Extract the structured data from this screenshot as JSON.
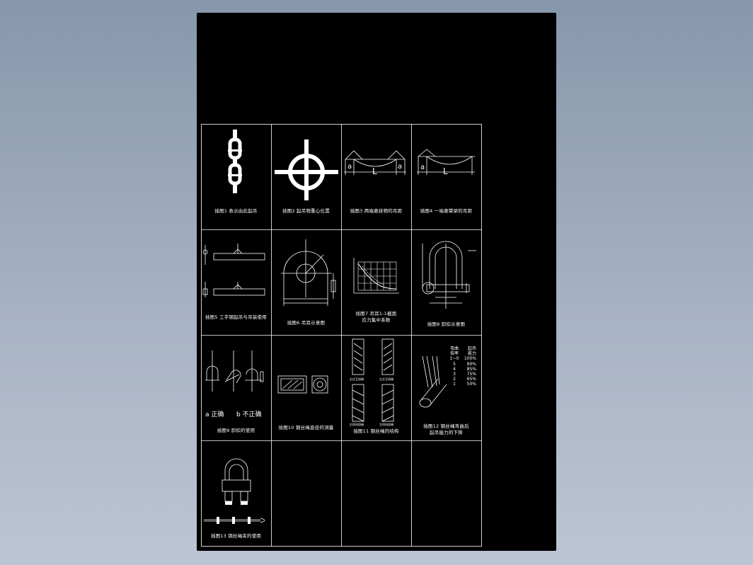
{
  "captions": {
    "c1": "插图1  表示由此起吊",
    "c2": "插图2  起吊物重心位置",
    "c3": "插图3  两端悬挂物的吊距",
    "c4": "插图4  一端悬臂梁的吊距",
    "c5": "插图5  工字钢起吊与吊装使用",
    "c6": "插图6  吊耳示意图",
    "c7a": "插图7  吊耳1-1截面",
    "c7b": "应力集中系数",
    "c8": "插图8  卸扣示意图",
    "c9": "插图9  卸扣的使用",
    "c10": "插图10  钢丝绳直径的测量",
    "c11": "插图11  钢丝绳的结构",
    "c12a": "插图12  钢丝绳弯曲后",
    "c12b": "起吊能力的下降",
    "c13": "插图13  钢丝绳夹的使用"
  },
  "labels": {
    "a": "a",
    "L": "L",
    "ok": "a 正确",
    "bad": "b 不正确",
    "rope1": "右交互捻绳",
    "rope2": "左交互捻绳",
    "rope3": "右同向捻绳",
    "rope4": "左同向捻绳"
  },
  "table12": {
    "h1a": "弯曲",
    "h1b": "倍率",
    "h2a": "起吊",
    "h2b": "能力",
    "rows": [
      [
        "1~0",
        "100%"
      ],
      [
        "5",
        "90%"
      ],
      [
        "4",
        "85%"
      ],
      [
        "3",
        "75%"
      ],
      [
        "2",
        "65%"
      ],
      [
        "1",
        "50%"
      ]
    ]
  }
}
